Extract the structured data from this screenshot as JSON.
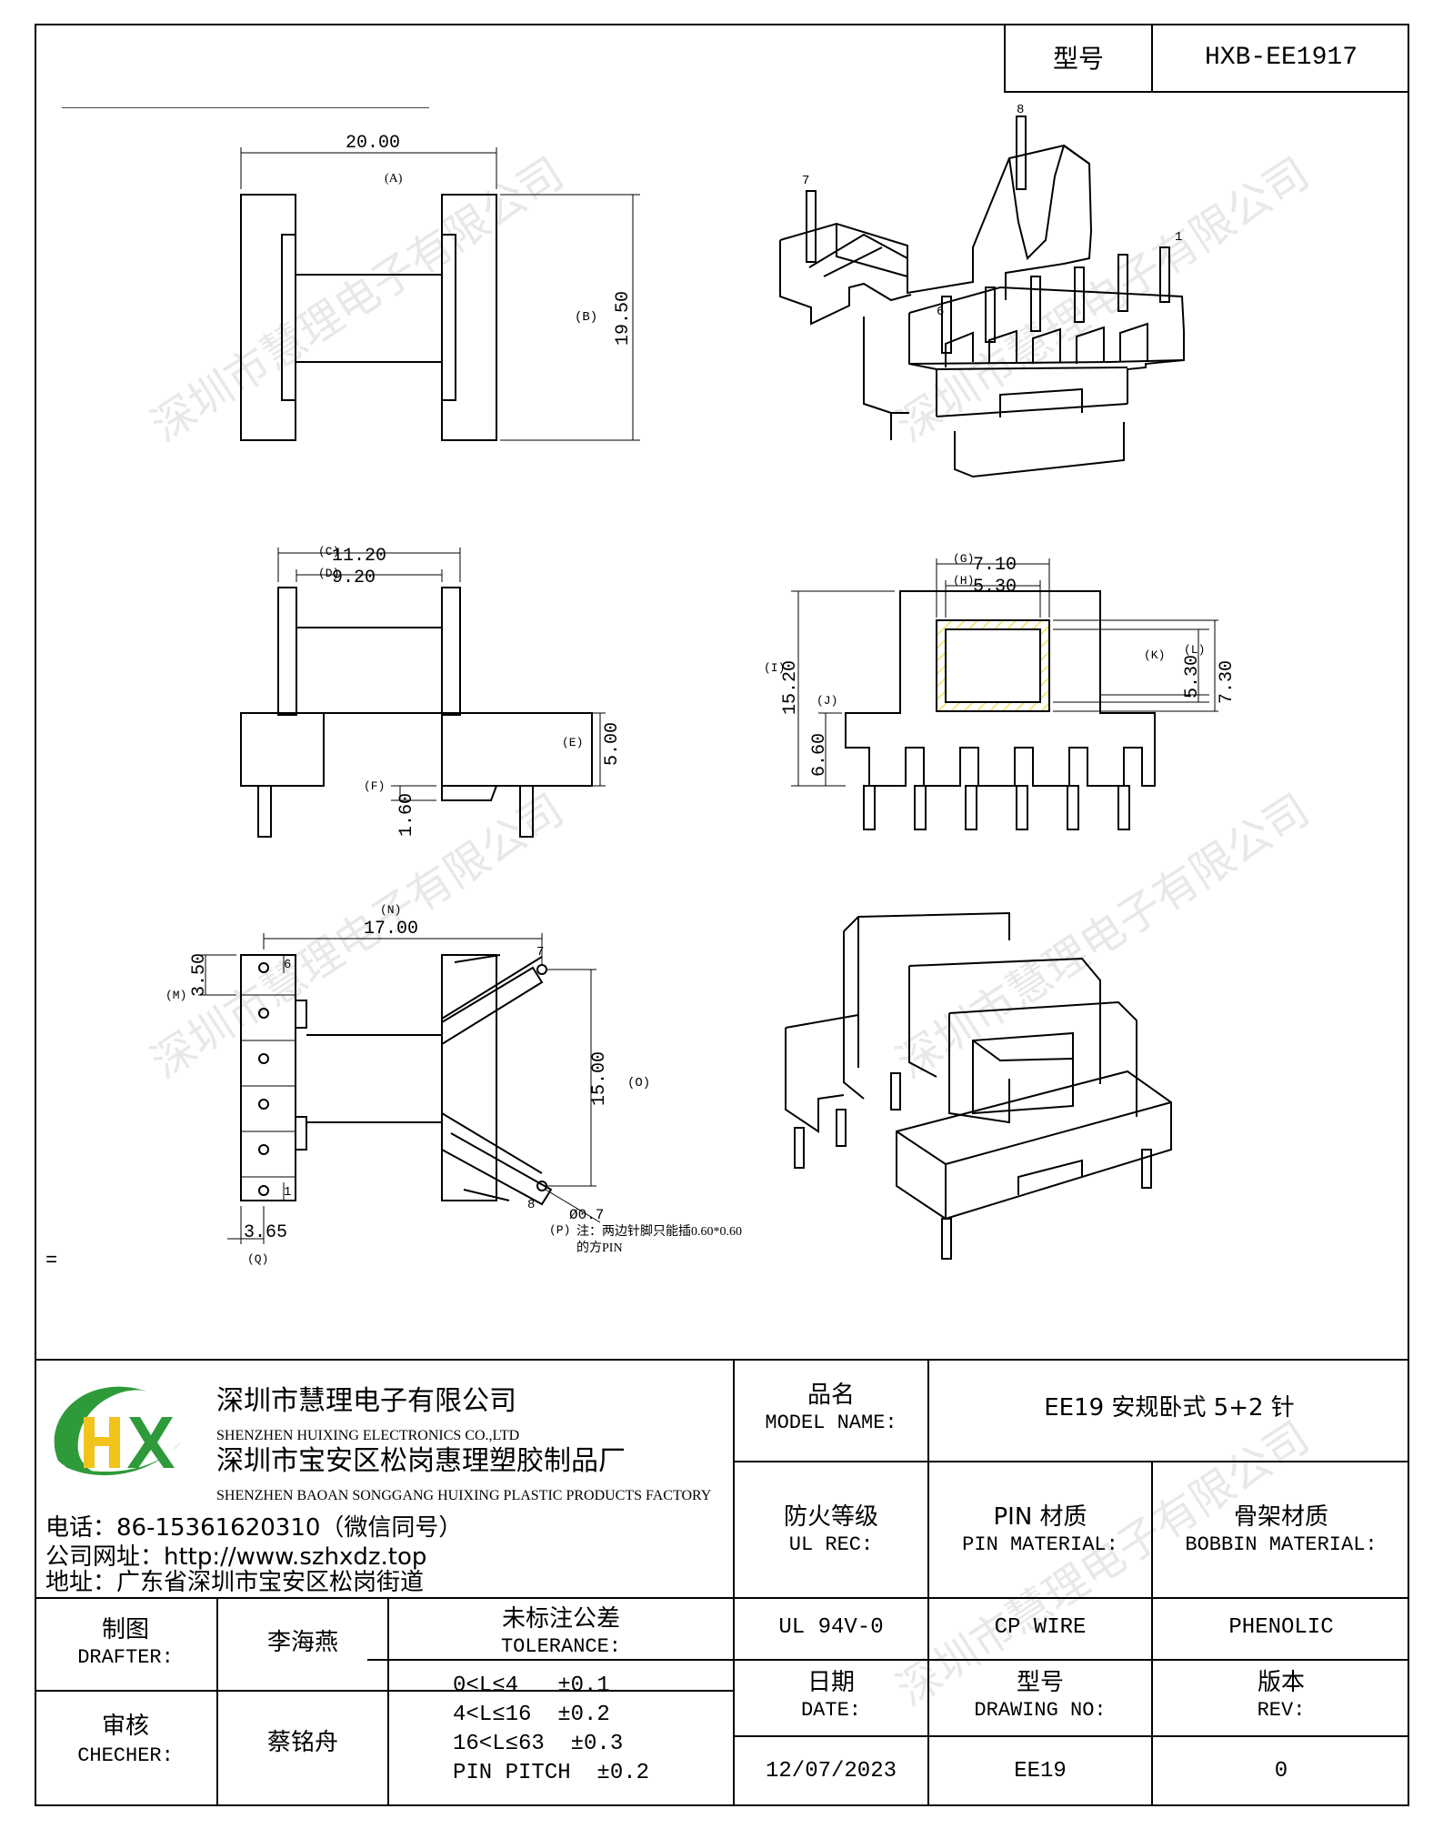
{
  "header": {
    "model_label": "型号",
    "model_value": "HXB-EE1917"
  },
  "drawing": {
    "top_view": {
      "width_dim": "20.00",
      "width_tag": "(A)",
      "height_dim": "19.50",
      "height_tag": "(B)"
    },
    "side_view": {
      "c_dim": "11.20",
      "c_tag": "(C)",
      "d_dim": "9.20",
      "d_tag": "(D)",
      "e_dim": "5.00",
      "e_tag": "(E)",
      "f_dim": "1.60",
      "f_tag": "(F)"
    },
    "front_view": {
      "g_dim": "7.10",
      "g_tag": "(G)",
      "h_dim": "5.30",
      "h_tag": "(H)",
      "i_dim": "15.20",
      "i_tag": "(I)",
      "j_dim": "6.60",
      "j_tag": "(J)",
      "k_dim": "5.30",
      "k_tag": "(K)",
      "l_dim": "7.30",
      "l_tag": "(L)"
    },
    "bottom_view": {
      "n_dim": "17.00",
      "n_tag": "(N)",
      "m_dim": "3.50",
      "m_tag": "(M)",
      "o_dim": "15.00",
      "o_tag": "(O)",
      "p_dim": "Ø0.7",
      "p_tag": "(P)",
      "q_dim": "3.65",
      "q_tag": "(Q)",
      "pin_labels": [
        "6",
        "1",
        "7",
        "8"
      ],
      "note_line1": "注：两边针脚只能插0.60*0.60",
      "note_line2": "的方PIN"
    },
    "iso_pin_labels": [
      "7",
      "8",
      "1",
      "6"
    ],
    "stray_mark": "="
  },
  "company": {
    "name_cn": "深圳市慧理电子有限公司",
    "name_en": "SHENZHEN HUIXING ELECTRONICS CO.,LTD",
    "factory_cn": "深圳市宝安区松岗惠理塑胶制品厂",
    "factory_en": "SHENZHEN BAOAN SONGGANG HUIXING PLASTIC PRODUCTS FACTORY",
    "phone": "电话：86-15361620310（微信同号）",
    "website": "公司网址：http://www.szhxdz.top",
    "address": "地址：广东省深圳市宝安区松岗街道",
    "logo_text": "HX",
    "watermark": "深圳市慧理电子有限公司"
  },
  "title_block": {
    "model_name_label_cn": "品名",
    "model_name_label_en": "MODEL NAME:",
    "model_name_value": "EE19 安规卧式 5+2 针",
    "ul_label_cn": "防火等级",
    "ul_label_en": "UL REC:",
    "ul_value": "UL 94V-0",
    "pin_label_cn": "PIN 材质",
    "pin_label_en": "PIN MATERIAL:",
    "pin_value": "CP WIRE",
    "bobbin_label_cn": "骨架材质",
    "bobbin_label_en": "BOBBIN MATERIAL:",
    "bobbin_value": "PHENOLIC",
    "drafter_label_cn": "制图",
    "drafter_label_en": "DRAFTER:",
    "drafter_value": "李海燕",
    "checker_label_cn": "审核",
    "checker_label_en": "CHECHER:",
    "checker_value": "蔡铭舟",
    "tolerance_label_cn": "未标注公差",
    "tolerance_label_en": "TOLERANCE:",
    "tolerance_lines": [
      "0<L≤4   ±0.1",
      "4<L≤16  ±0.2",
      "16<L≤63  ±0.3",
      "PIN PITCH  ±0.2"
    ],
    "date_label_cn": "日期",
    "date_label_en": "DATE:",
    "date_value": "12/07/2023",
    "drawing_no_label_cn": "型号",
    "drawing_no_label_en": "DRAWING NO:",
    "drawing_no_value": "EE19",
    "rev_label_cn": "版本",
    "rev_label_en": "REV:",
    "rev_value": "0"
  },
  "colors": {
    "logo_green": "#2e9a3a",
    "logo_yellow": "#f2c31a",
    "hatch": "#f0e05a"
  }
}
